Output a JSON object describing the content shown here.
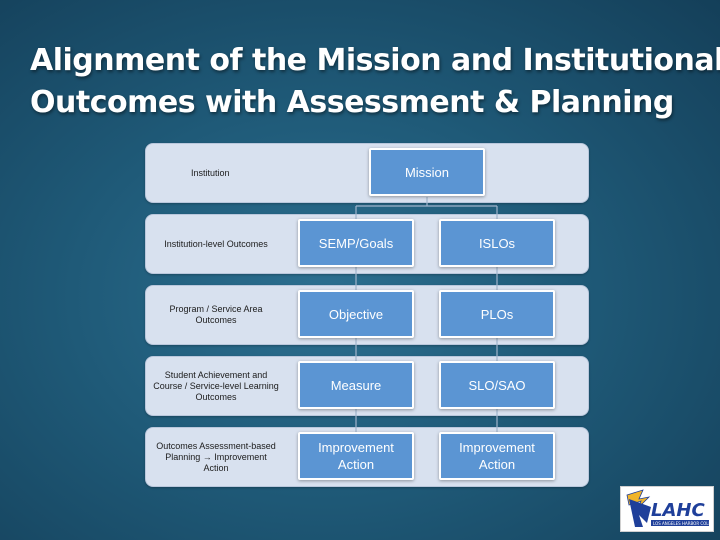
{
  "title": {
    "line1": "Alignment of the Mission and Institutional",
    "line2": "Outcomes with Assessment & Planning"
  },
  "rows": [
    {
      "label": "Institution"
    },
    {
      "label": "Institution-level Outcomes"
    },
    {
      "label": "Program / Service Area Outcomes"
    },
    {
      "label": "Student Achievement and Course / Service-level Learning Outcomes"
    },
    {
      "label": "Outcomes Assessment-based Planning → Improvement Action"
    }
  ],
  "nodes": {
    "mission": "Mission",
    "semp_goals": "SEMP/Goals",
    "islos": "ISLOs",
    "objective": "Objective",
    "plos": "PLOs",
    "measure": "Measure",
    "slo_sao": "SLO/SAO",
    "improvement_left": "Improvement Action",
    "improvement_right": "Improvement Action"
  },
  "logo": {
    "name": "LAHC",
    "subtitle": "LOS ANGELES HARBOR COLLEGE"
  },
  "colors": {
    "background": "#1f5a78",
    "band": "#d8e1ef",
    "node": "#5b95d3",
    "connector": "#9fb4cc",
    "logo_blue": "#1f3f9a",
    "logo_gold": "#f0b429"
  }
}
